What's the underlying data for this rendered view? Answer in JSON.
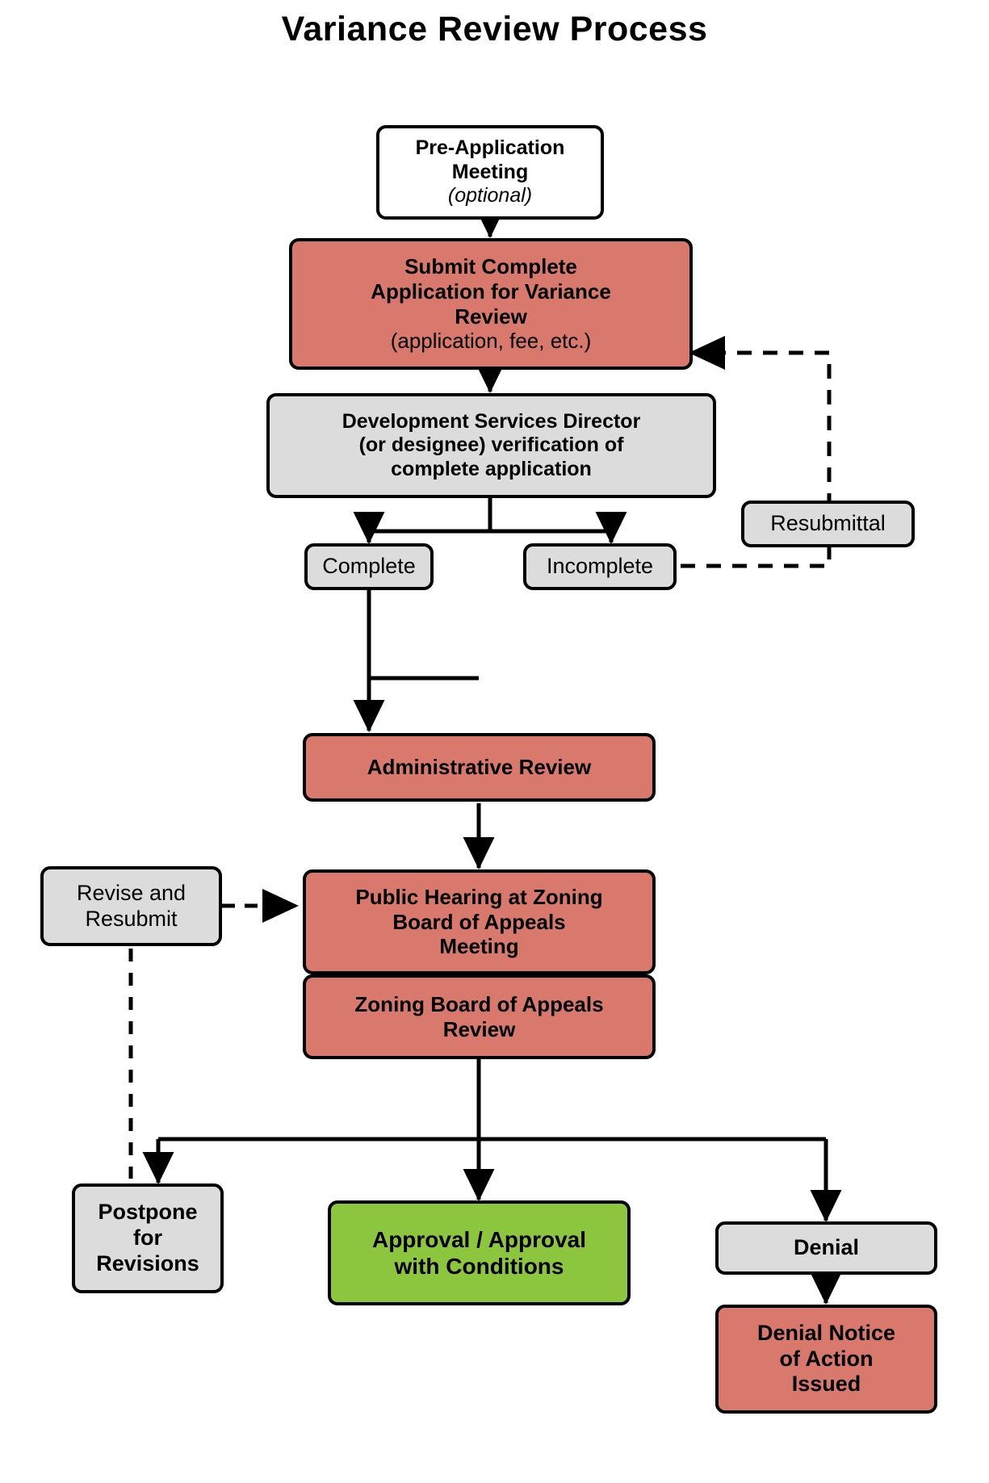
{
  "title": "Variance Review Process",
  "colors": {
    "red": "#d9786c",
    "gray": "#dcdcdc",
    "green": "#8cc63f",
    "white": "#ffffff",
    "stroke": "#000000"
  },
  "nodes": {
    "pre_application": {
      "line1": "Pre-Application",
      "line2": "Meeting",
      "line3": "(optional)"
    },
    "submit_application": {
      "line1": "Submit Complete",
      "line2": "Application for Variance",
      "line3": "Review",
      "line4": "(application, fee, etc.)"
    },
    "director_verification": {
      "line1": "Development Services Director",
      "line2": "(or designee) verification of",
      "line3": "complete application"
    },
    "complete": {
      "line1": "Complete"
    },
    "incomplete": {
      "line1": "Incomplete"
    },
    "resubmittal": {
      "line1": "Resubmittal"
    },
    "administrative_review": {
      "line1": "Administrative Review"
    },
    "revise_resubmit": {
      "line1": "Revise and",
      "line2": "Resubmit"
    },
    "public_hearing": {
      "line1": "Public Hearing at Zoning",
      "line2": "Board of Appeals",
      "line3": "Meeting"
    },
    "zba_review": {
      "line1": "Zoning Board of Appeals",
      "line2": "Review"
    },
    "postpone": {
      "line1": "Postpone",
      "line2": "for",
      "line3": "Revisions"
    },
    "approval": {
      "line1": "Approval / Approval",
      "line2": "with Conditions"
    },
    "denial": {
      "line1": "Denial"
    },
    "denial_notice": {
      "line1": "Denial Notice",
      "line2": "of Action",
      "line3": "Issued"
    }
  },
  "edges": [
    {
      "name": "pre-application-to-submit",
      "style": "solid",
      "arrow": true
    },
    {
      "name": "submit-to-director",
      "style": "solid",
      "arrow": true
    },
    {
      "name": "director-to-complete",
      "style": "solid",
      "arrow": true
    },
    {
      "name": "director-to-incomplete",
      "style": "solid",
      "arrow": true
    },
    {
      "name": "incomplete-to-resubmittal-to-submit",
      "style": "dashed",
      "arrow": true
    },
    {
      "name": "complete-to-administrative-review",
      "style": "solid",
      "arrow": true
    },
    {
      "name": "administrative-review-to-public-hearing",
      "style": "solid",
      "arrow": true
    },
    {
      "name": "revise-resubmit-to-public-hearing",
      "style": "dashed",
      "arrow": true
    },
    {
      "name": "postpone-to-revise-resubmit",
      "style": "dashed",
      "arrow": false
    },
    {
      "name": "zba-review-to-postpone",
      "style": "solid",
      "arrow": true
    },
    {
      "name": "zba-review-to-approval",
      "style": "solid",
      "arrow": true
    },
    {
      "name": "zba-review-to-denial",
      "style": "solid",
      "arrow": true
    },
    {
      "name": "denial-to-denial-notice",
      "style": "solid",
      "arrow": true
    }
  ]
}
